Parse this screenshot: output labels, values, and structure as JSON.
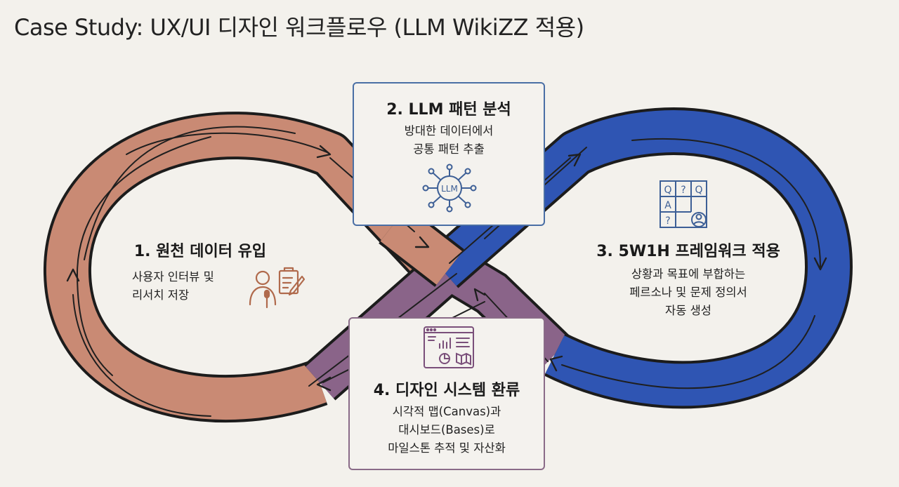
{
  "title": "Case Study: UX/UI 디자인 워크플로우 (LLM WikiZZ 적용)",
  "colors": {
    "background": "#f3f1ec",
    "data_ingest": "#c98a74",
    "framework": "#2f55b3",
    "design_system": "#8a6489",
    "box_blue": "#4a6fa5",
    "box_purple": "#8a6b88",
    "icon_brown": "#b06a4c",
    "icon_blue": "#3d5f96",
    "icon_purple": "#7a4f7a"
  },
  "stages": [
    {
      "title": "1. 원천 데이터 유입",
      "lines": [
        "사용자 인터뷰 및",
        "리서치 저장"
      ],
      "icon": "interview-clipboard-icon"
    },
    {
      "title": "2. LLM 패턴 분석",
      "lines": [
        "방대한 데이터에서",
        "공통 패턴 추출"
      ],
      "icon": "llm-network-icon",
      "icon_text": "LLM"
    },
    {
      "title": "3. 5W1H 프레임워크 적용",
      "lines": [
        "상황과 목표에 부합하는",
        "페르소나 및 문제 정의서",
        "자동 생성"
      ],
      "icon": "qa-grid-persona-icon",
      "grid_letters": [
        "Q",
        "?",
        "Q",
        "A",
        "?"
      ]
    },
    {
      "title": "4. 디자인 시스템 환류",
      "lines": [
        "시각적 맵(Canvas)과",
        "대시보드(Bases)로",
        "마일스톤 추적 및 자산화"
      ],
      "icon": "dashboard-icon"
    }
  ]
}
